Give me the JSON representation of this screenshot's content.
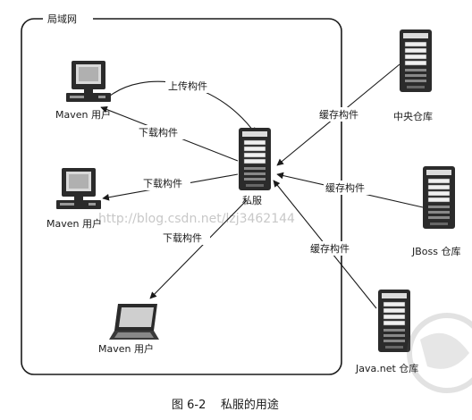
{
  "lan_label": "局域网",
  "nodes": {
    "user1": "Maven 用户",
    "user2": "Maven 用户",
    "user3": "Maven 用户",
    "private_server": "私服",
    "central_repo": "中央仓库",
    "jboss_repo": "JBoss 仓库",
    "javanet_repo": "Java.net 仓库"
  },
  "edges": {
    "upload": "上传构件",
    "download1": "下载构件",
    "download2": "下载构件",
    "download3": "下载构件",
    "cache1": "缓存构件",
    "cache2": "缓存构件",
    "cache3": "缓存构件"
  },
  "watermark": "http://blog.csdn.net/lzj3462144",
  "caption": "图 6-2    私服的用途"
}
